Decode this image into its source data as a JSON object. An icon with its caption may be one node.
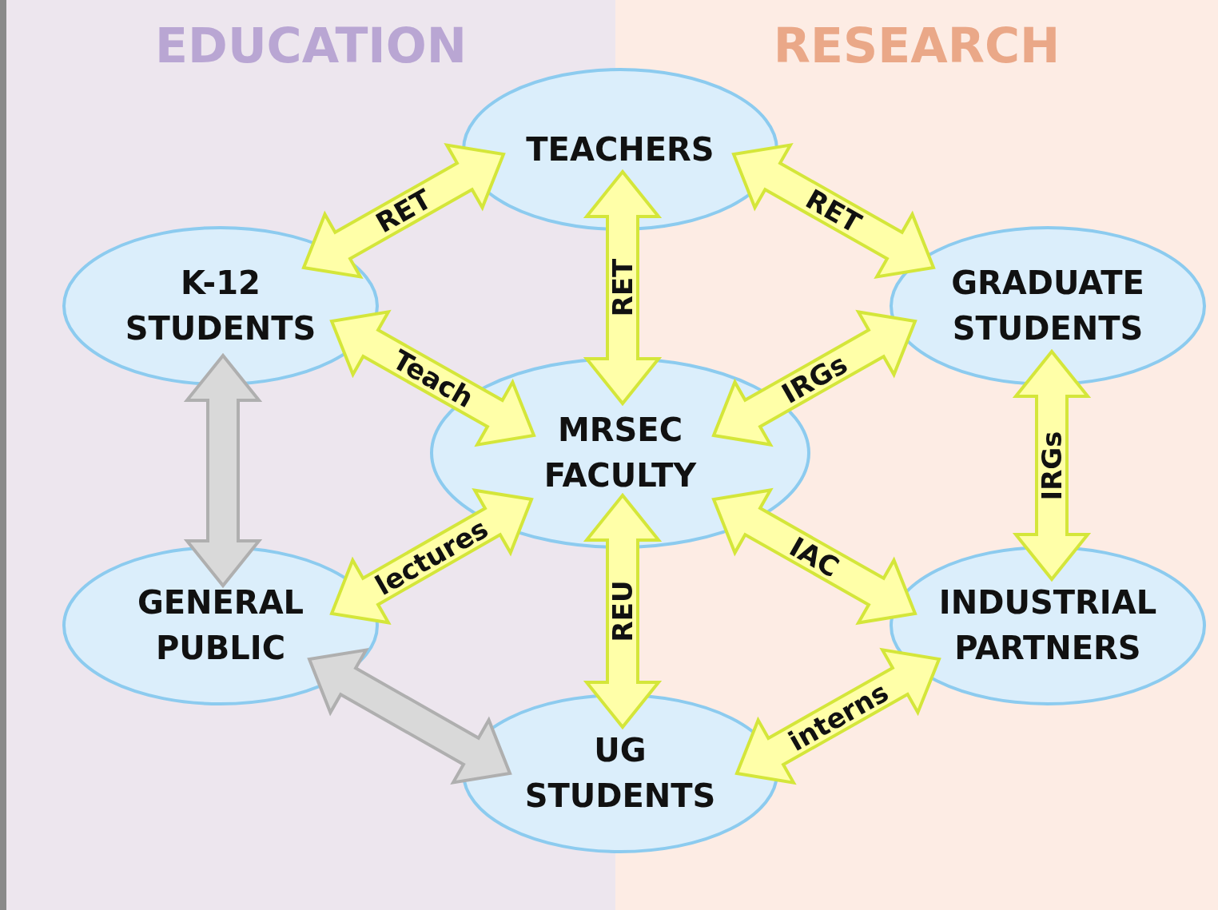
{
  "diagram": {
    "nodes": [
      {
        "text": [
          "EDUCATION"
        ]
      },
      {
        "text": [
          "RESEARCH"
        ]
      },
      {
        "text": [
          "TEACHERS"
        ]
      },
      {
        "text": [
          "K-12 STUDENTS"
        ],
        "in": 0
      },
      {
        "text": [
          "GRADUATE STUDENTS"
        ],
        "in": 1
      },
      {
        "text": [
          "MRSEC FACULTY"
        ]
      },
      {
        "text": [
          "GENERAL PUBLIC"
        ],
        "in": 0
      },
      {
        "text": [
          "INDUSTRIAL PARTNERS"
        ],
        "in": 1
      },
      {
        "text": [
          "UG STUDENTS"
        ]
      }
    ],
    "edges": [
      {
        "from": 3,
        "to": 2,
        "arrow": "both",
        "label": "RET"
      },
      {
        "from": 2,
        "to": 4,
        "arrow": "both",
        "label": "RET"
      },
      {
        "from": 2,
        "to": 5,
        "arrow": "both",
        "label": "RET"
      },
      {
        "from": 3,
        "to": 5,
        "arrow": "both",
        "label": "Teach"
      },
      {
        "from": 5,
        "to": 4,
        "arrow": "both",
        "label": "IRGs"
      },
      {
        "from": 4,
        "to": 7,
        "arrow": "both",
        "label": "IRGs"
      },
      {
        "from": 5,
        "to": 6,
        "arrow": "both",
        "label": "lectures"
      },
      {
        "from": 5,
        "to": 8,
        "arrow": "both",
        "label": "REU"
      },
      {
        "from": 5,
        "to": 7,
        "arrow": "both",
        "label": "IAC"
      },
      {
        "from": 8,
        "to": 7,
        "arrow": "both",
        "label": "interns"
      },
      {
        "from": 3,
        "to": 6,
        "arrow": "both",
        "color": "#d9d9d9"
      },
      {
        "from": 6,
        "to": 8,
        "arrow": "both",
        "color": "#d9d9d9"
      }
    ]
  }
}
